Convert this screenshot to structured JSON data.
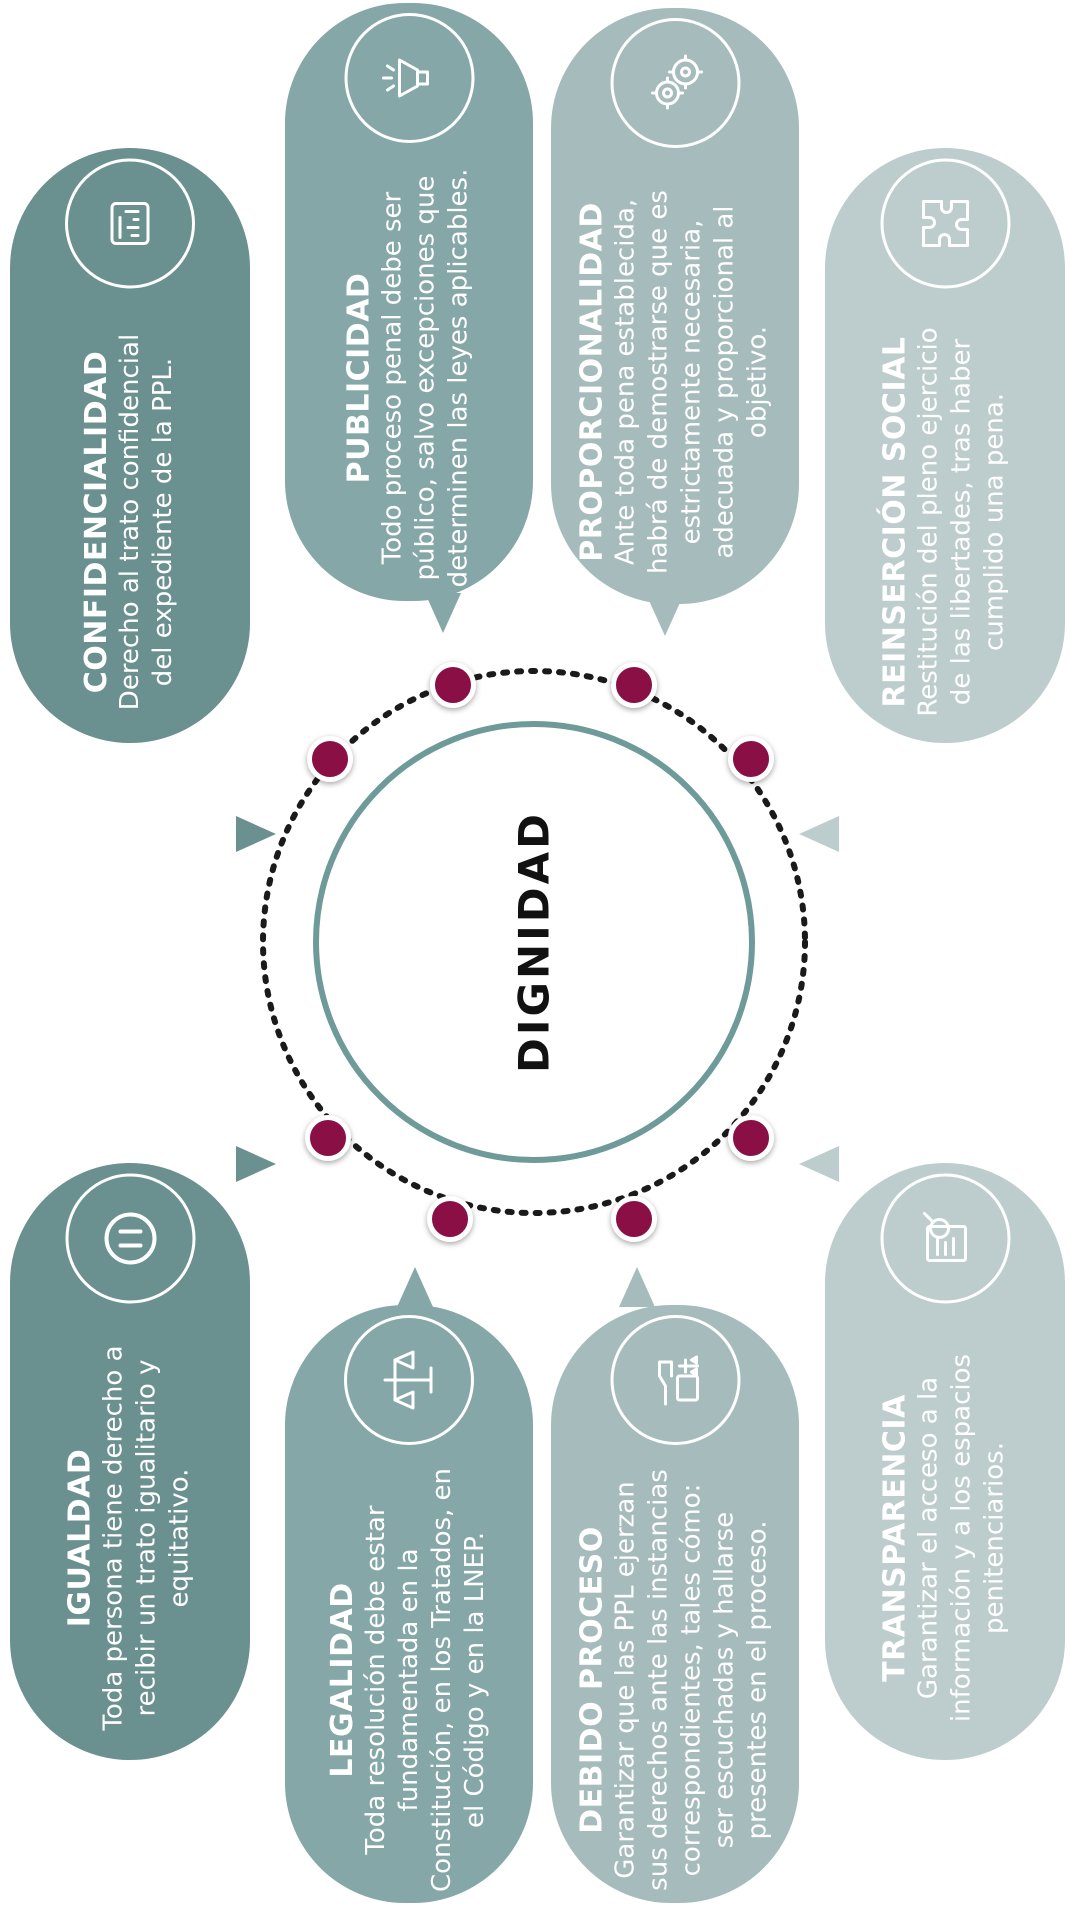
{
  "center": {
    "title": "DIGNIDAD"
  },
  "colors": {
    "dark": "#6b9090",
    "mid": "#86a7a7",
    "light": "#a6bcbc",
    "lighter": "#bdcdcd",
    "dot": "#8a0f45",
    "ring": "#6f9a9a"
  },
  "principles": [
    {
      "id": "confidencialidad",
      "title": "CONFIDENCIALIDAD",
      "description": "Derecho al trato confidencial del expediente de la PPL.",
      "icon": "document-chart-icon"
    },
    {
      "id": "publicidad",
      "title": "PUBLICIDAD",
      "description": "Todo proceso penal debe ser público, salvo excepciones que determinen las leyes aplicables.",
      "icon": "megaphone-icon"
    },
    {
      "id": "proporcionalidad",
      "title": "PROPORCIONALIDAD",
      "description": "Ante toda pena establecida, habrá de demostrarse que es estrictamente necesaria, adecuada y proporcional al objetivo.",
      "icon": "gears-icon"
    },
    {
      "id": "reinsercion",
      "title": "REINSERCIÓN SOCIAL",
      "description": "Restitución del pleno ejercicio de las libertades, tras haber cumplido una pena.",
      "icon": "puzzle-icon"
    },
    {
      "id": "igualdad",
      "title": "IGUALDAD",
      "description": "Toda persona tiene derecho a recibir un trato igualitario y equitativo.",
      "icon": "equality-icon"
    },
    {
      "id": "legalidad",
      "title": "LEGALIDAD",
      "description": "Toda resolución debe estar fundamentada en la Constitución, en los Tratados, en el Código y en la LNEP.",
      "icon": "scales-icon"
    },
    {
      "id": "debido-proceso",
      "title": "DEBIDO PROCESO",
      "description": "Garantizar que las PPL ejerzan sus derechos ante las instancias correspondientes, tales cómo: ser escuchadas y hallarse presentes en el proceso.",
      "icon": "hand-justice-icon"
    },
    {
      "id": "transparencia",
      "title": "TRANSPARENCIA",
      "description": "Garantizar el acceso a la información y a los espacios penitenciarios.",
      "icon": "magnifier-document-icon"
    }
  ]
}
